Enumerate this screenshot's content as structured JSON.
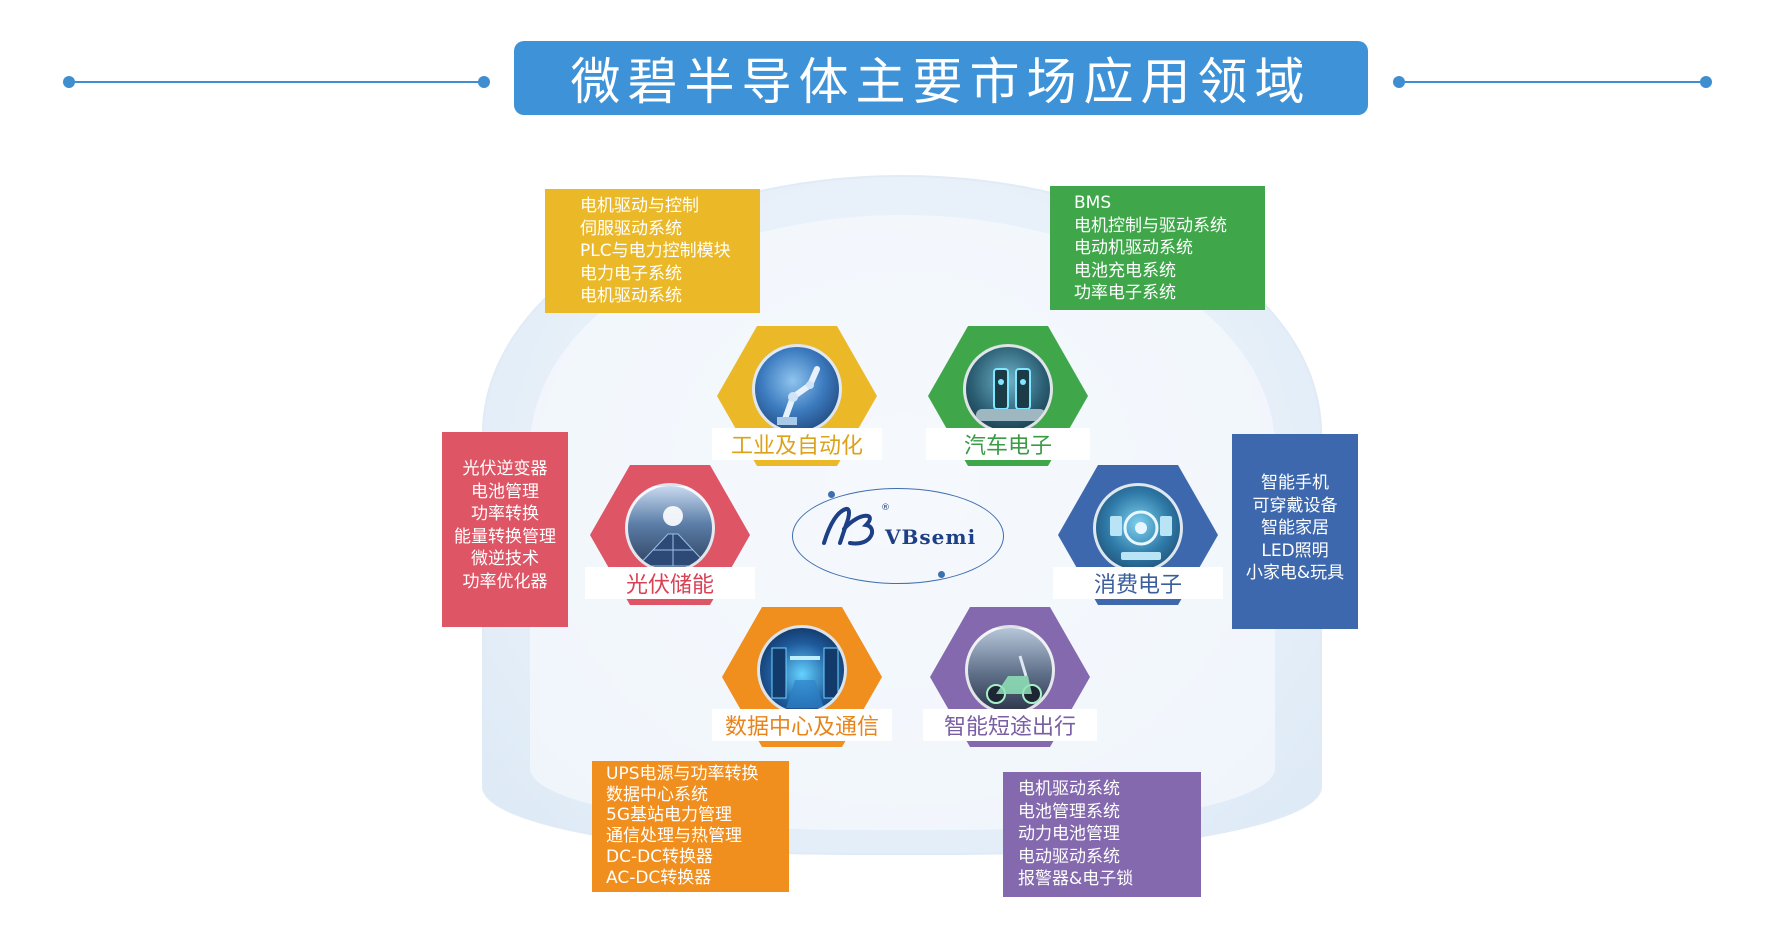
{
  "title": "微碧半导体主要市场应用领域",
  "logo": {
    "text": "VBsemi",
    "registered": "®"
  },
  "colors": {
    "title_bg": "#3e93d8",
    "industrial": "#ebb928",
    "automotive": "#3fa74a",
    "solar": "#de5565",
    "consumer": "#3d68ae",
    "datacenter": "#f08e1e",
    "mobility": "#8469ae"
  },
  "segments": {
    "industrial": {
      "label": "工业及自动化",
      "icon": "robot-arm-icon",
      "items": [
        "电机驱动与控制",
        "伺服驱动系统",
        "PLC与电力控制模块",
        "电力电子系统",
        "电机驱动系统"
      ]
    },
    "automotive": {
      "label": "汽车电子",
      "icon": "ev-charging-icon",
      "items": [
        "BMS",
        "电机控制与驱动系统",
        "电动机驱动系统",
        "电池充电系统",
        "功率电子系统"
      ]
    },
    "solar": {
      "label": "光伏储能",
      "icon": "solar-panel-icon",
      "items": [
        "光伏逆变器",
        "电池管理",
        "功率转换",
        "能量转换管理",
        "微逆技术",
        "功率优化器"
      ]
    },
    "consumer": {
      "label": "消费电子",
      "icon": "smart-home-icon",
      "items": [
        "智能手机",
        "可穿戴设备",
        "智能家居",
        "LED照明",
        "小家电&玩具"
      ]
    },
    "datacenter": {
      "label": "数据中心及通信",
      "icon": "server-room-icon",
      "items": [
        "UPS电源与功率转换",
        "数据中心系统",
        "5G基站电力管理",
        "通信处理与热管理",
        "DC-DC转换器",
        "AC-DC转换器"
      ]
    },
    "mobility": {
      "label": "智能短途出行",
      "icon": "e-scooter-icon",
      "items": [
        "电机驱动系统",
        "电池管理系统",
        "动力电池管理",
        "电动驱动系统",
        "报警器&电子锁"
      ]
    }
  }
}
